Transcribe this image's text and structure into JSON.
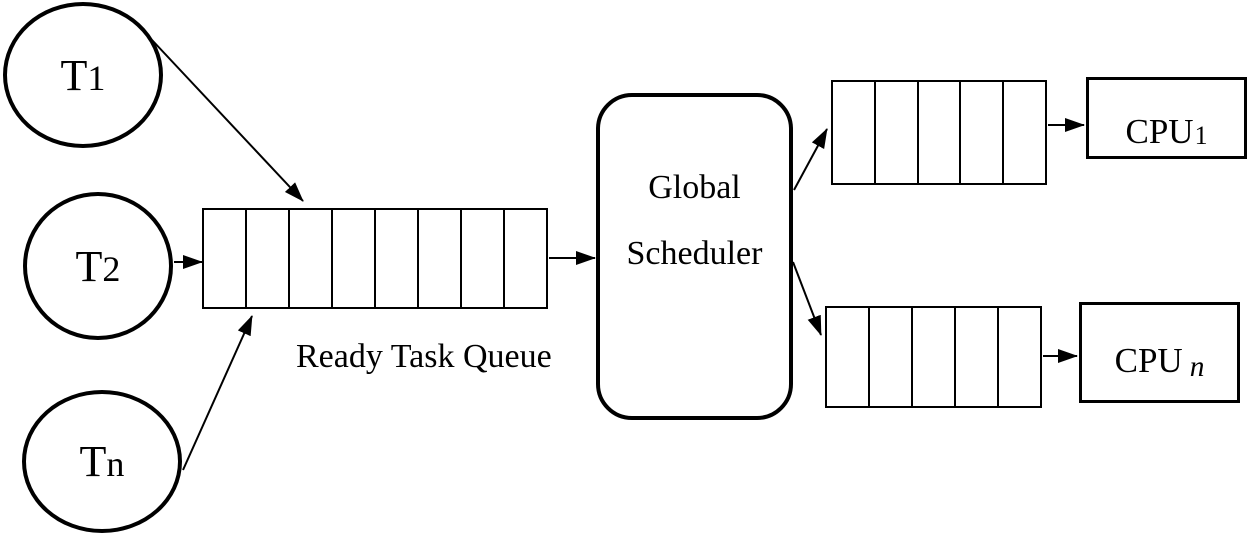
{
  "colors": {
    "background": "#ffffff",
    "stroke": "#000000",
    "text": "#000000"
  },
  "diagram": {
    "tasks": [
      {
        "name": "T",
        "sub": "1"
      },
      {
        "name": "T",
        "sub": "2"
      },
      {
        "name": "T",
        "sub": "n"
      }
    ],
    "ready_queue": {
      "label": "Ready Task Queue",
      "cells": 8
    },
    "scheduler": {
      "title_line1": "Global",
      "title_line2": "Scheduler"
    },
    "cpu_queues": [
      {
        "cells": 5
      },
      {
        "cells": 5
      }
    ],
    "cpus": [
      {
        "name": "CPU",
        "sub": "1"
      },
      {
        "name": "CPU",
        "sub": "n"
      }
    ],
    "connections": [
      {
        "from": "task-t1",
        "to": "ready-queue"
      },
      {
        "from": "task-t2",
        "to": "ready-queue"
      },
      {
        "from": "task-tn",
        "to": "ready-queue"
      },
      {
        "from": "ready-queue",
        "to": "global-scheduler"
      },
      {
        "from": "global-scheduler",
        "to": "cpu1-queue"
      },
      {
        "from": "global-scheduler",
        "to": "cpun-queue"
      },
      {
        "from": "cpu1-queue",
        "to": "cpu1"
      },
      {
        "from": "cpun-queue",
        "to": "cpun"
      }
    ]
  }
}
